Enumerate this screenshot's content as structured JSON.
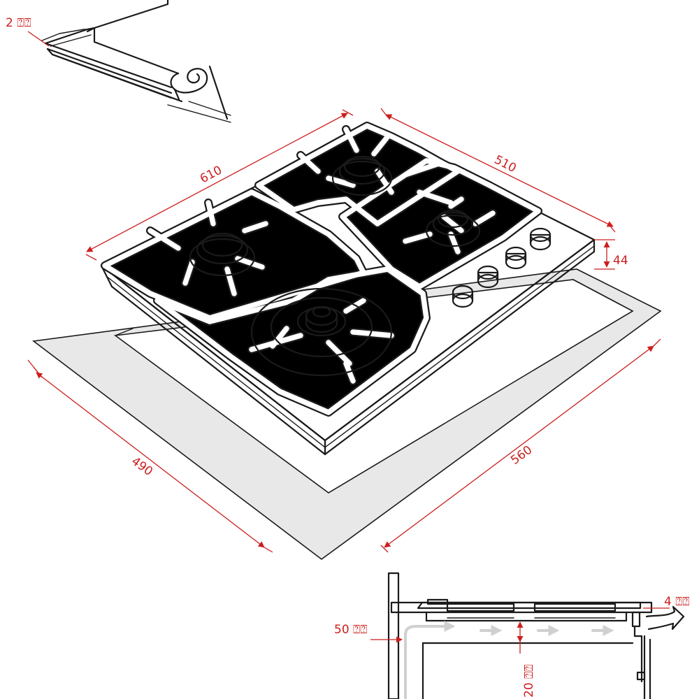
{
  "dimensions": {
    "width_top": "610",
    "depth_top": "510",
    "height": "44",
    "cutout_depth": "490",
    "cutout_width": "560",
    "seal_thickness": "2 ⍰⍰",
    "side_gap": "50 ⍰⍰",
    "bottom_gap": "20 ⍰⍰",
    "edge_gap": "4 ⍰⍰"
  },
  "colors": {
    "dimension": "#cc1f1f",
    "line": "#1a1a1a",
    "cutout_fill": "#e8e8e8",
    "airflow": "#d0d0d0"
  }
}
